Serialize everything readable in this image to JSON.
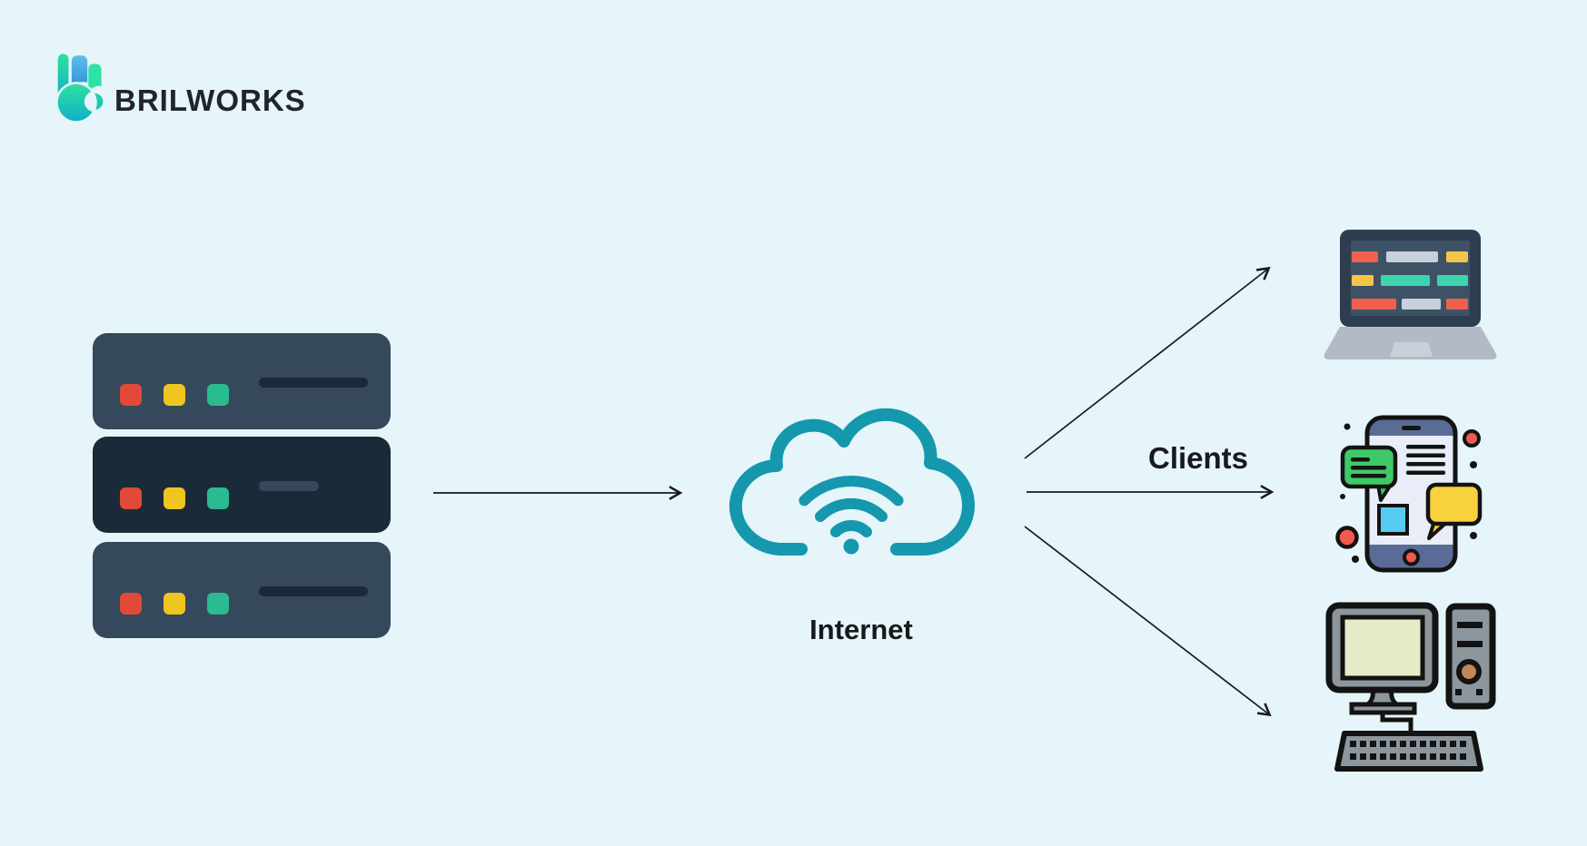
{
  "brand": {
    "name": "BRILWORKS"
  },
  "labels": {
    "internet": "Internet",
    "clients": "Clients"
  },
  "nodes": {
    "server": {
      "icon": "server-stack-icon",
      "description": "stack of 3 server units with status squares"
    },
    "internet": {
      "icon": "cloud-wifi-icon",
      "label": "Internet"
    },
    "clients": [
      {
        "icon": "laptop-code-icon"
      },
      {
        "icon": "smartphone-chat-icon"
      },
      {
        "icon": "desktop-computer-icon"
      }
    ]
  },
  "connections": [
    {
      "from": "server",
      "to": "internet"
    },
    {
      "from": "internet",
      "to": "laptop-client"
    },
    {
      "from": "internet",
      "to": "smartphone-client",
      "label": "Clients"
    },
    {
      "from": "internet",
      "to": "desktop-client"
    }
  ],
  "colors": {
    "background": "#E5F5F9",
    "cloud_teal": "#1598AE",
    "server_slate": "#36485C",
    "server_dark": "#1B2A39",
    "status_red": "#E24938",
    "status_yellow": "#EFC51F",
    "status_green": "#2ABB90",
    "arrow": "#1A1A1A",
    "text_dark": "#17191D",
    "logo_green": "#2EE29E",
    "logo_teal": "#10AFC9",
    "logo_blue": "#4FB3E6"
  }
}
